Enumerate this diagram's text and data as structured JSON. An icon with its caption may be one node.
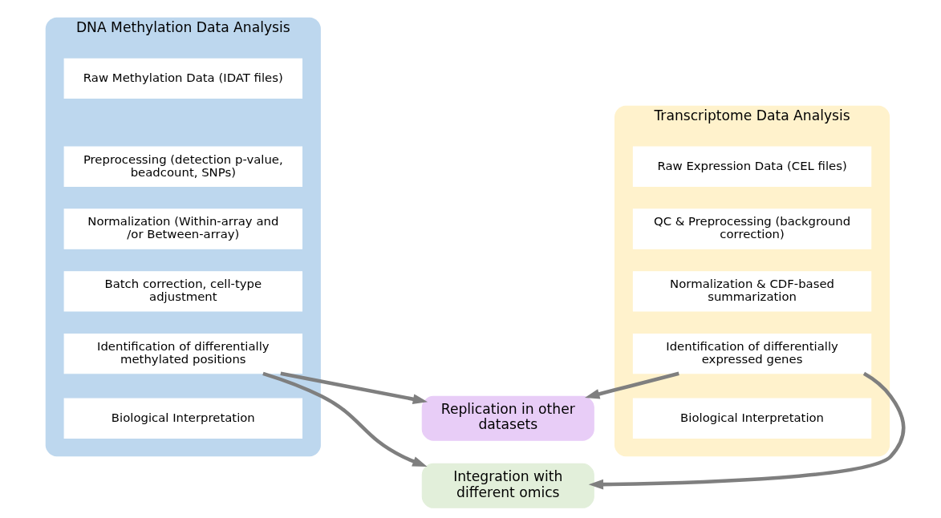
{
  "diagram": {
    "nodes": [
      {
        "text": [
          "DNA Methylation Data Analysis"
        ]
      },
      {
        "text": [
          "Raw Methylation Data (IDAT files)"
        ],
        "in": 0
      },
      {
        "text": [
          "Preprocessing (detection p-value, beadcount, SNPs)"
        ],
        "in": 0
      },
      {
        "text": [
          "Normalization (Within-array and /or Between-array)"
        ],
        "in": 0
      },
      {
        "text": [
          "Batch correction, cell-type adjustment"
        ],
        "in": 0
      },
      {
        "text": [
          "Identification of differentially methylated positions"
        ],
        "in": 0
      },
      {
        "text": [
          "Biological Interpretation"
        ],
        "in": 0
      },
      {
        "text": [
          "Transcriptome Data Analysis"
        ]
      },
      {
        "text": [
          "Raw Expression Data (CEL files)"
        ],
        "in": 7
      },
      {
        "text": [
          "QC & Preprocessing (background correction)"
        ],
        "in": 7
      },
      {
        "text": [
          "Normalization & CDF-based summarization"
        ],
        "in": 7
      },
      {
        "text": [
          "Identification of differentially expressed genes"
        ],
        "in": 7
      },
      {
        "text": [
          "Biological Interpretation"
        ],
        "in": 7
      },
      {
        "text": [
          "Replication in other datasets"
        ]
      },
      {
        "text": [
          "Integration with different omics"
        ]
      }
    ],
    "edges": [
      {
        "from": 5,
        "to": 13,
        "arrow": "to"
      },
      {
        "from": 5,
        "to": 14,
        "arrow": "to"
      },
      {
        "from": 11,
        "to": 13,
        "arrow": "to"
      },
      {
        "from": 11,
        "to": 14,
        "arrow": "to"
      }
    ]
  }
}
